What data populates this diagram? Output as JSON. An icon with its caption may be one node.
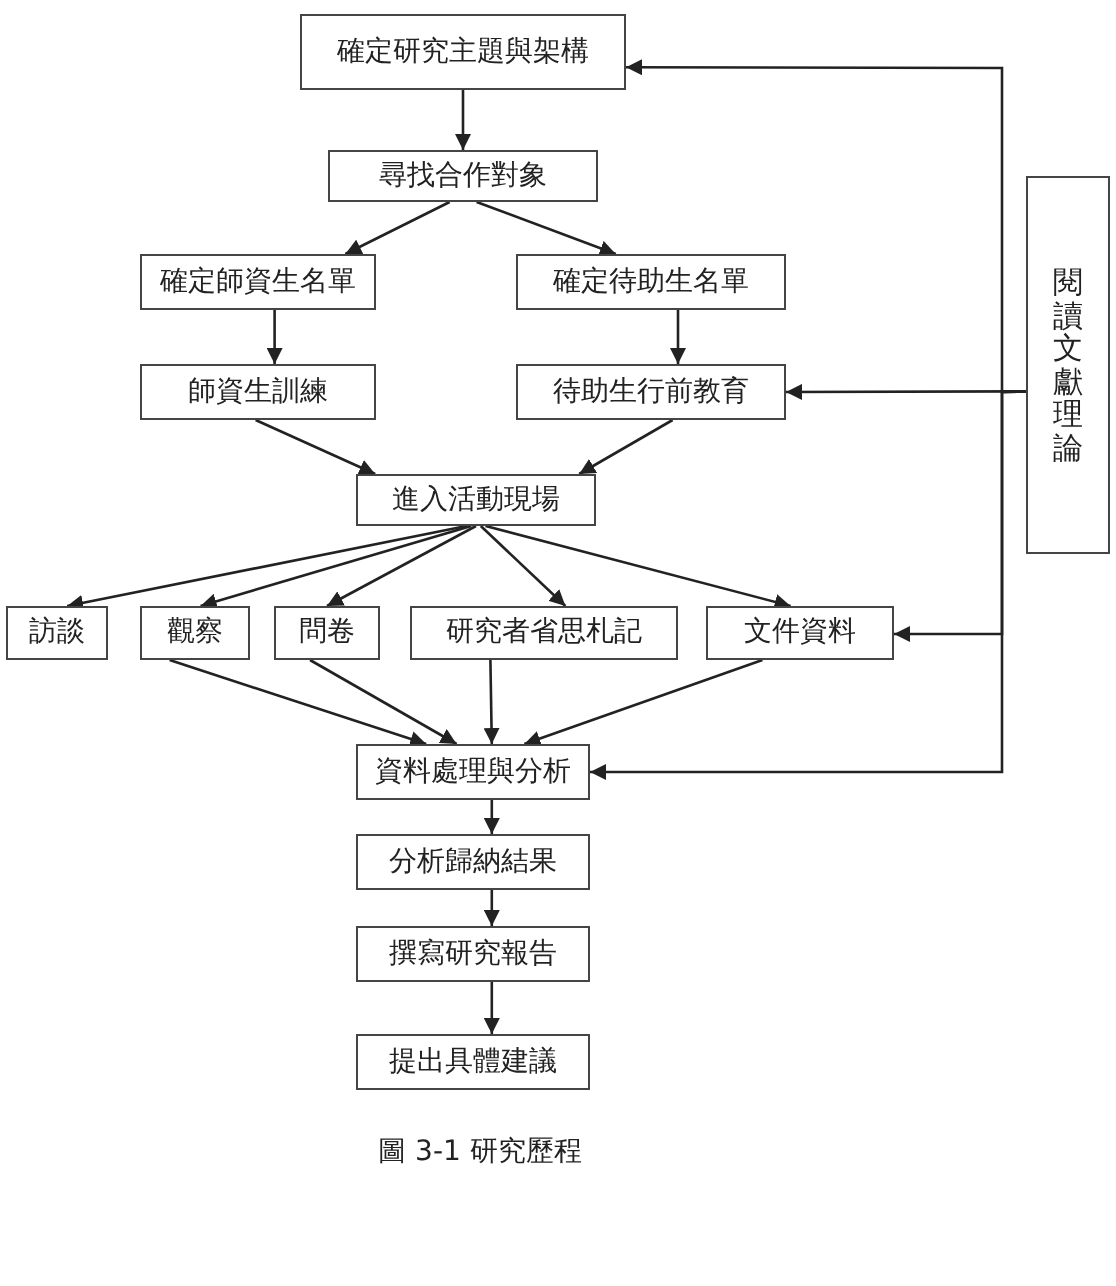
{
  "diagram": {
    "caption": "圖 3-1 研究歷程",
    "nodes": [
      {
        "text": [
          "確定研究主題與架構"
        ]
      },
      {
        "text": [
          "尋找合作對象"
        ]
      },
      {
        "text": [
          "確定師資生名單"
        ]
      },
      {
        "text": [
          "確定待助生名單"
        ]
      },
      {
        "text": [
          "師資生訓練"
        ]
      },
      {
        "text": [
          "待助生行前教育"
        ]
      },
      {
        "text": [
          "進入活動現場"
        ]
      },
      {
        "text": [
          "訪談"
        ]
      },
      {
        "text": [
          "觀察"
        ]
      },
      {
        "text": [
          "問卷"
        ]
      },
      {
        "text": [
          "研究者省思札記"
        ]
      },
      {
        "text": [
          "文件資料"
        ]
      },
      {
        "text": [
          "資料處理與分析"
        ]
      },
      {
        "text": [
          "分析歸納結果"
        ]
      },
      {
        "text": [
          "撰寫研究報告"
        ]
      },
      {
        "text": [
          "提出具體建議"
        ]
      },
      {
        "text": [
          "閱讀文獻理論"
        ]
      }
    ],
    "edges": [
      {
        "from": 0,
        "to": 1,
        "arrow": "to"
      },
      {
        "from": 1,
        "to": 2,
        "arrow": "to"
      },
      {
        "from": 1,
        "to": 3,
        "arrow": "to"
      },
      {
        "from": 2,
        "to": 4,
        "arrow": "to"
      },
      {
        "from": 3,
        "to": 5,
        "arrow": "to"
      },
      {
        "from": 4,
        "to": 6,
        "arrow": "to"
      },
      {
        "from": 5,
        "to": 6,
        "arrow": "to"
      },
      {
        "from": 6,
        "to": 7,
        "arrow": "to"
      },
      {
        "from": 6,
        "to": 8,
        "arrow": "to"
      },
      {
        "from": 6,
        "to": 9,
        "arrow": "to"
      },
      {
        "from": 6,
        "to": 10,
        "arrow": "to"
      },
      {
        "from": 6,
        "to": 11,
        "arrow": "to"
      },
      {
        "from": 8,
        "to": 12,
        "arrow": "to"
      },
      {
        "from": 9,
        "to": 12,
        "arrow": "to"
      },
      {
        "from": 10,
        "to": 12,
        "arrow": "to"
      },
      {
        "from": 11,
        "to": 12,
        "arrow": "to"
      },
      {
        "from": 12,
        "to": 13,
        "arrow": "to"
      },
      {
        "from": 13,
        "to": 14,
        "arrow": "to"
      },
      {
        "from": 14,
        "to": 15,
        "arrow": "to"
      },
      {
        "from": 16,
        "to": 0,
        "arrow": "to"
      },
      {
        "from": 16,
        "to": 5,
        "arrow": "to"
      },
      {
        "from": 16,
        "to": 11,
        "arrow": "to"
      },
      {
        "from": 16,
        "to": 12,
        "arrow": "to"
      }
    ]
  }
}
